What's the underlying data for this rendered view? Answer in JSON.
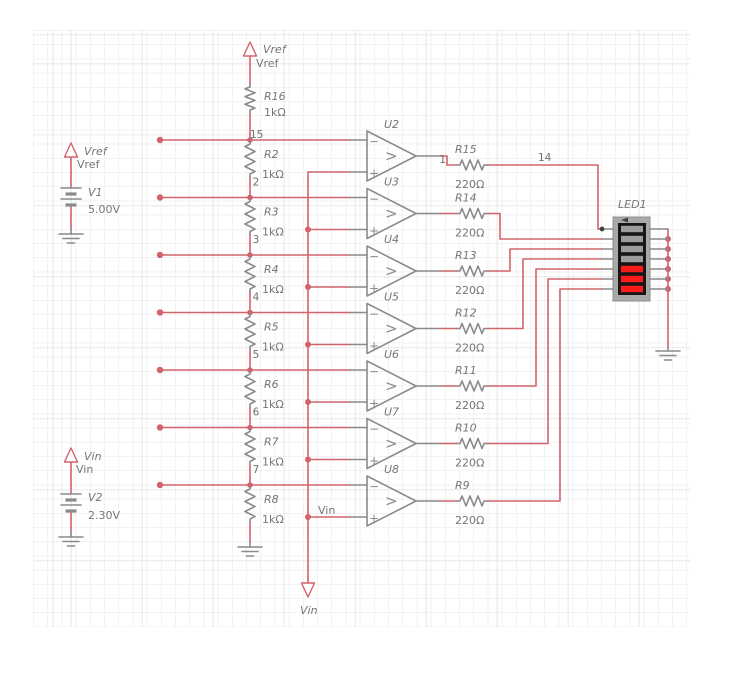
{
  "colors": {
    "wire": "#d2636b",
    "component": "#8a8a8a",
    "text": "#767676",
    "text2": "#6e6e6e",
    "marker": "#424242",
    "led_on": "#fa1b1b",
    "led_off": "#9c9c9e",
    "led_frame": "#a9a9a9",
    "led_inner": "#161616",
    "grid_minor": "#f2f2f4",
    "grid_major": "#e6e6e9"
  },
  "ladder_flag": {
    "flag": "Vref",
    "net": "Vref"
  },
  "sources": {
    "v1": {
      "designator": "V1",
      "value": "5.00V",
      "flag": "Vref",
      "net": "Vref"
    },
    "v2": {
      "designator": "V2",
      "value": "2.30V",
      "flag": "Vin",
      "net": "Vin"
    }
  },
  "ladder": {
    "resistors": [
      {
        "name": "R16",
        "value": "1kΩ"
      },
      {
        "name": "R2",
        "value": "1kΩ"
      },
      {
        "name": "R3",
        "value": "1kΩ"
      },
      {
        "name": "R4",
        "value": "1kΩ"
      },
      {
        "name": "R5",
        "value": "1kΩ"
      },
      {
        "name": "R6",
        "value": "1kΩ"
      },
      {
        "name": "R7",
        "value": "1kΩ"
      },
      {
        "name": "R8",
        "value": "1kΩ"
      }
    ],
    "nodes": [
      "15",
      "2",
      "3",
      "4",
      "5",
      "6",
      "7"
    ]
  },
  "comparators": [
    {
      "name": "U2"
    },
    {
      "name": "U3"
    },
    {
      "name": "U4"
    },
    {
      "name": "U5"
    },
    {
      "name": "U6"
    },
    {
      "name": "U7"
    },
    {
      "name": "U8"
    }
  ],
  "comparator_symbol": {
    "minus": "−",
    "plus": "+",
    "body": ">"
  },
  "output_resistors": [
    {
      "name": "R15",
      "value": "220Ω"
    },
    {
      "name": "R14",
      "value": "220Ω"
    },
    {
      "name": "R13",
      "value": "220Ω"
    },
    {
      "name": "R12",
      "value": "220Ω"
    },
    {
      "name": "R11",
      "value": "220Ω"
    },
    {
      "name": "R10",
      "value": "220Ω"
    },
    {
      "name": "R9",
      "value": "220Ω"
    }
  ],
  "nets": {
    "u2_out": "1",
    "r15_to_led": "14",
    "u8_plus": "Vin",
    "vin_flag": "Vin"
  },
  "led": {
    "designator": "LED1",
    "segments": [
      "off",
      "off",
      "off",
      "off",
      "on",
      "on",
      "on"
    ]
  }
}
